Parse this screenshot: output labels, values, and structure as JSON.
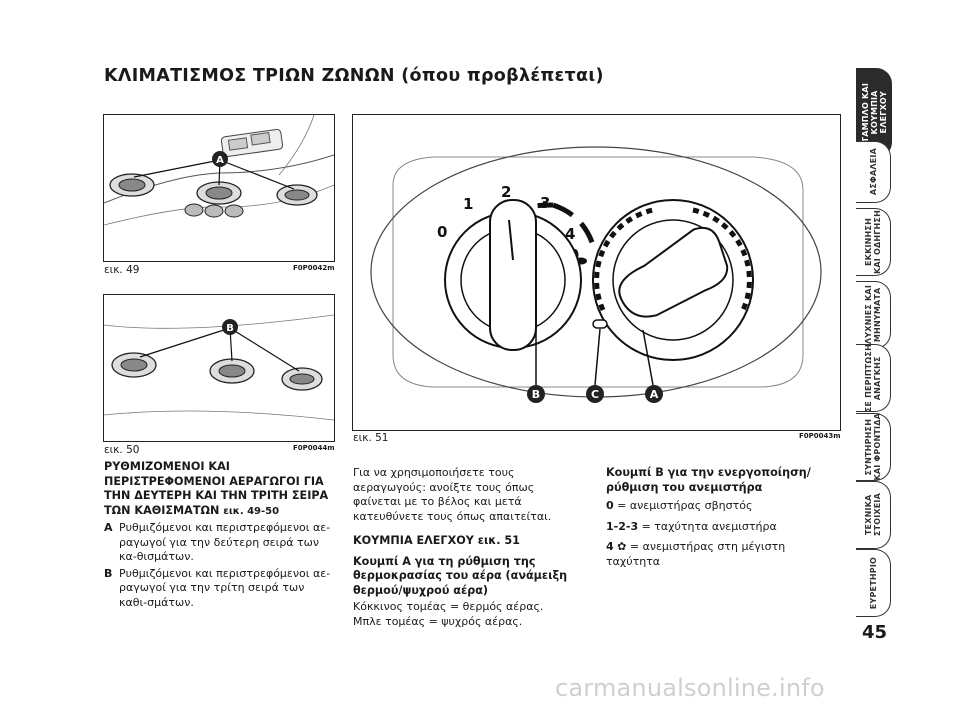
{
  "page": {
    "title": "ΚΛΙΜΑΤΙΣΜΟΣ ΤΡΙΩΝ ΖΩΝΩΝ (όπου προβλέπεται)",
    "page_number": "45",
    "watermark": "carmanualsonline.info"
  },
  "figures": {
    "fig49": {
      "caption": "εικ. 49",
      "code": "F0P0042m",
      "callout": "A"
    },
    "fig50": {
      "caption": "εικ. 50",
      "code": "F0P0044m",
      "callout": "B"
    },
    "fig51": {
      "caption": "εικ. 51",
      "code": "F0P0043m",
      "callouts": [
        "B",
        "C",
        "A"
      ],
      "dial_numbers": [
        "0",
        "1",
        "2",
        "3",
        "4"
      ]
    }
  },
  "col1": {
    "heading": "ΡΥΘΜΙΖΟΜΕΝΟΙ ΚΑΙ ΠΕΡΙΣΤΡΕΦΟΜΕΝΟΙ ΑΕΡΑΓΩΓΟΙ ΓΙΑ ΤΗΝ ΔΕΥΤΕΡΗ ΚΑΙ ΤΗΝ ΤΡΙΤΗ ΣΕΙΡΑ ΤΩΝ ΚΑΘΙΣΜΑΤΩΝ",
    "heading_ref": "εικ. 49-50",
    "items": [
      {
        "key": "A",
        "text": "Ρυθμιζόμενοι και περιστρεφόμενοι αε-ραγωγοί για την δεύτερη σειρά των κα-θισμάτων."
      },
      {
        "key": "B",
        "text": "Ρυθμιζόμενοι και περιστρεφόμενοι αε-ραγωγοί για την τρίτη σειρά των καθι-σμάτων."
      }
    ]
  },
  "col2": {
    "intro": "Για να χρησιμοποιήσετε τους αεραγωγούς: ανοίξτε τους όπως φαίνεται με το βέλος και μετά κατευθύνετε τους όπως απαιτείται.",
    "controls_heading": "ΚΟΥΜΠΙΑ ΕΛΕΓΧΟΥ",
    "controls_ref": "εικ. 51",
    "knobA_heading": "Κουμπί A για τη ρύθμιση της θερμοκρασίας του αέρα (ανάμειξη θερμού/ψυχρού αέρα)",
    "red": "Κόκκινος τομέας = θερμός αέρας.",
    "blue": "Μπλε τομέας = ψυχρός αέρας."
  },
  "col3": {
    "knobB_heading": "Κουμπί B για την ενεργοποίηση/ ρύθμιση του ανεμιστήρα",
    "rows": [
      {
        "key": "0",
        "text": "= ανεμιστήρας σβηστός"
      },
      {
        "key": "1-2-3",
        "text": "= ταχύτητα ανεμιστήρα"
      },
      {
        "key": "4",
        "text": "= ανεμιστήρας στη μέγιστη ταχύτητα"
      }
    ]
  },
  "tabs": [
    {
      "label": "ΤΑΜΠΛΟ ΚΑΙ\nΚΟΥΜΠΙΑ\nΕΛΕΓΧΟΥ",
      "active": true
    },
    {
      "label": "ΑΣΦΑΛΕΙΑ",
      "active": false
    },
    {
      "label": "ΕΚΚΙΝΗΣΗ\nΚΑΙ ΟΔΗΓΗΣΗ",
      "active": false
    },
    {
      "label": "ΛΥΧΝΙΕΣ ΚΑΙ\nΜΗΝΥΜΑΤΑ",
      "active": false
    },
    {
      "label": "ΣΕ ΠΕΡΙΠΤΩΣΗ\nΑΝΑΓΚΗΣ",
      "active": false
    },
    {
      "label": "ΣΥΝΤΗΡΗΣΗ\nΚΑΙ ΦΡΟΝΤΙΔΑ",
      "active": false
    },
    {
      "label": "ΤΕΧΝΙΚΑ\nΣΤΟΙΧΕΙΑ",
      "active": false
    },
    {
      "label": "ΕΥΡΕΤΗΡΙΟ",
      "active": false
    }
  ]
}
